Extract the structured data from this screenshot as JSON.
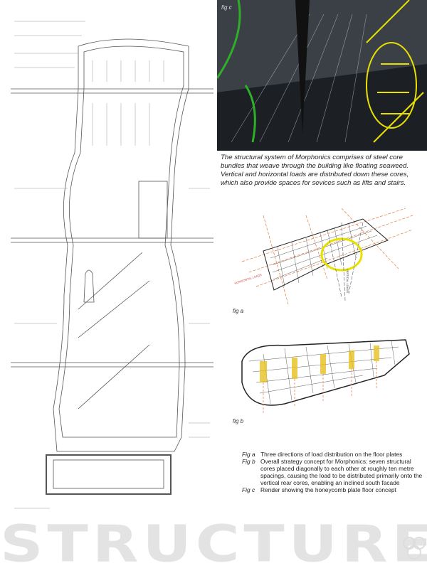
{
  "fig_c_label": "fig c",
  "intro_text": "The structural system of Morphonics comprises of steel core bundles that weave through the building like floating  seaweed. Vertical and horizontal loads are distributed down  these cores, which also provide spaces for sevices such as lifts and stairs.",
  "fig_a": {
    "label": "fig a",
    "horizontal_loads": "HORIZONTAL LOADS",
    "vertical_loads": "VERTICAL LOADS"
  },
  "fig_b": {
    "label": "fig b"
  },
  "captions": [
    {
      "key": "Fig a",
      "text": "Three directions of load distribution on the floor plates"
    },
    {
      "key": "Fig b",
      "text": "Overall strategy concept for Morphonics: seven structural cores placed diagonally to each other at roughly ten metre spacings, causing the load to be distributed primarily onto the vertical rear cores, enabling an inclined south facade"
    },
    {
      "key": "Fig c",
      "text": "Render showing the honeycomb plate floor concept"
    }
  ],
  "page_title": "STRUCTURE",
  "colors": {
    "load_lines": "#e07a40",
    "core_yellow": "#e8e000",
    "render_green": "#2fae2a"
  }
}
